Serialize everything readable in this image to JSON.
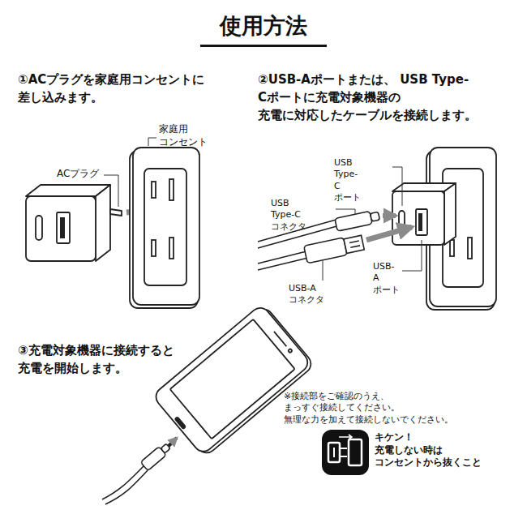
{
  "diagram": {
    "title": "使用方法",
    "labels": [
      "①ACプラグを家庭用コンセントに 差し込みます。",
      "②USB-Aポートまたは、 USB Type-Cポートに充電対象機器の 充電に対応したケーブルを接続します。",
      "家庭用 コンセント",
      "ACプラグ",
      "USB Type-C ポート",
      "USB Type-C コネクタ",
      "USB-A ポート",
      "USB-A コネクタ",
      "③充電対象機器に接続すると 充電を開始します。",
      "※接続部をご確認のうえ、まっすぐ接続してください。 無理な力を加えて接続しないでください。",
      "キケン！ 充電しない時は コンセントから抜くこと"
    ]
  }
}
